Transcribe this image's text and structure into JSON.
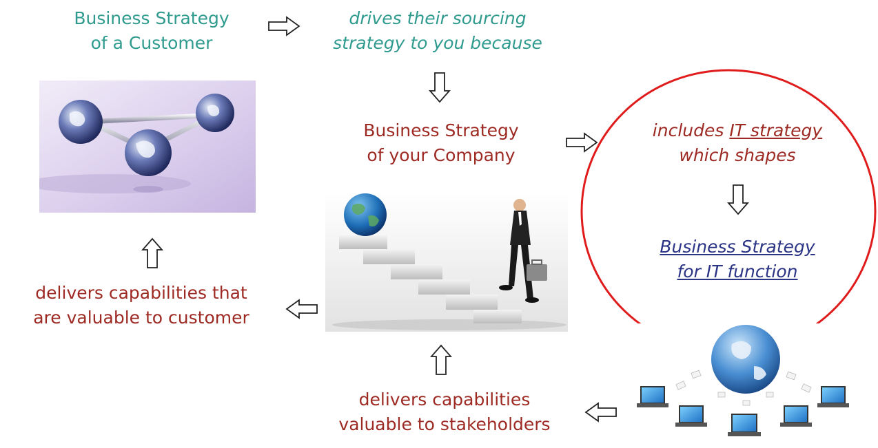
{
  "customer_strategy": {
    "line1": "Business Strategy",
    "line2": "of a Customer"
  },
  "sourcing": {
    "line1": "drives their sourcing",
    "line2": "strategy to you because"
  },
  "company_strategy": {
    "line1": "Business Strategy",
    "line2": "of your Company"
  },
  "it_strategy": {
    "pre": "includes ",
    "link": "IT strategy",
    "line2": "which shapes"
  },
  "it_function": {
    "line1": "Business Strategy",
    "line2": "for IT function"
  },
  "customer_value": {
    "line1": "delivers capabilities that",
    "line2": "are valuable to customer"
  },
  "stakeholder_value": {
    "line1": "delivers capabilities",
    "line2": "valuable to stakeholders"
  },
  "colors": {
    "teal": "#2f9a8e",
    "dark_red": "#9e2a24",
    "navy": "#2b3485",
    "circle": "#e01b1b"
  },
  "images": [
    "connected-globes-image",
    "globe-stairs-businessman-image",
    "globe-laptops-network-image"
  ]
}
